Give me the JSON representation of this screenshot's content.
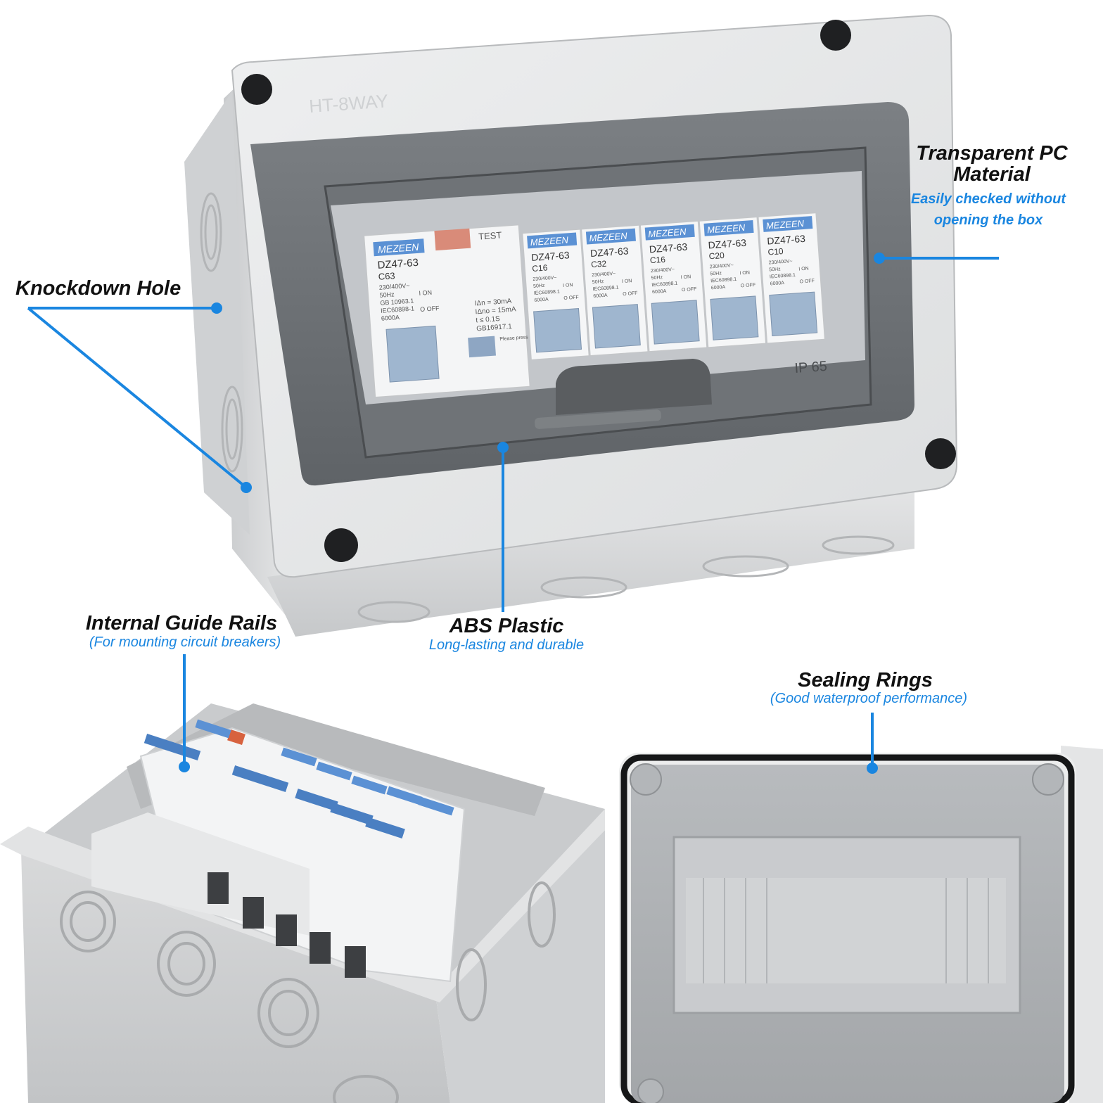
{
  "callouts": {
    "knockdown": {
      "title": "Knockdown Hole"
    },
    "transparent": {
      "title_line1": "Transparent PC",
      "title_line2": "Material",
      "sub_line1": "Easily checked without",
      "sub_line2": "opening the box"
    },
    "abs": {
      "title": "ABS Plastic",
      "sub": "Long-lasting and durable"
    },
    "rails": {
      "title": "Internal Guide Rails",
      "sub": "(For mounting circuit breakers)"
    },
    "sealing": {
      "title": "Sealing Rings",
      "sub": "(Good waterproof performance)"
    }
  },
  "enclosure": {
    "model_mark": "HT-8WAY",
    "ip_rating": "IP 65"
  },
  "rcbo": {
    "brand": "MEZEEN",
    "model": "DZ47-63",
    "rating": "C63",
    "voltage": "230/400V~",
    "freq": "50Hz",
    "std1": "GB 10963.1",
    "std2": "IEC60898-1",
    "cap": "6000A",
    "test": "TEST",
    "on": "I ON",
    "off": "O OFF",
    "spec1": "IΔn = 30mA",
    "spec2": "IΔno = 15mA",
    "spec3": "t ≤ 0.1S",
    "spec4": "GB16917.1",
    "press": "Please press before closing"
  },
  "breakers": [
    {
      "brand": "MEZEEN",
      "model": "DZ47-63",
      "rating": "C16",
      "voltage": "230/400V~",
      "freq": "50Hz",
      "std": "IEC60898.1",
      "cap": "6000A",
      "on": "I ON",
      "off": "O OFF"
    },
    {
      "brand": "MEZEEN",
      "model": "DZ47-63",
      "rating": "C32",
      "voltage": "230/400V~",
      "freq": "50Hz",
      "std": "IEC60898.1",
      "cap": "6000A",
      "on": "I ON",
      "off": "O OFF"
    },
    {
      "brand": "MEZEEN",
      "model": "DZ47-63",
      "rating": "C16",
      "voltage": "230/400V~",
      "freq": "50Hz",
      "std": "IEC60898.1",
      "cap": "6000A",
      "on": "I ON",
      "off": "O OFF"
    },
    {
      "brand": "MEZEEN",
      "model": "DZ47-63",
      "rating": "C20",
      "voltage": "230/400V~",
      "freq": "50Hz",
      "std": "IEC60898.1",
      "cap": "6000A",
      "on": "I ON",
      "off": "O OFF"
    },
    {
      "brand": "MEZEEN",
      "model": "DZ47-63",
      "rating": "C10",
      "voltage": "230/400V~",
      "freq": "50Hz",
      "std": "IEC60898.1",
      "cap": "6000A",
      "on": "I ON",
      "off": "O OFF"
    }
  ],
  "colors": {
    "accent": "#1a86e0",
    "box_grey": "#d9dbdd",
    "breaker_blue": "#9fb6cf",
    "brand_blue": "#4f8fd6"
  }
}
